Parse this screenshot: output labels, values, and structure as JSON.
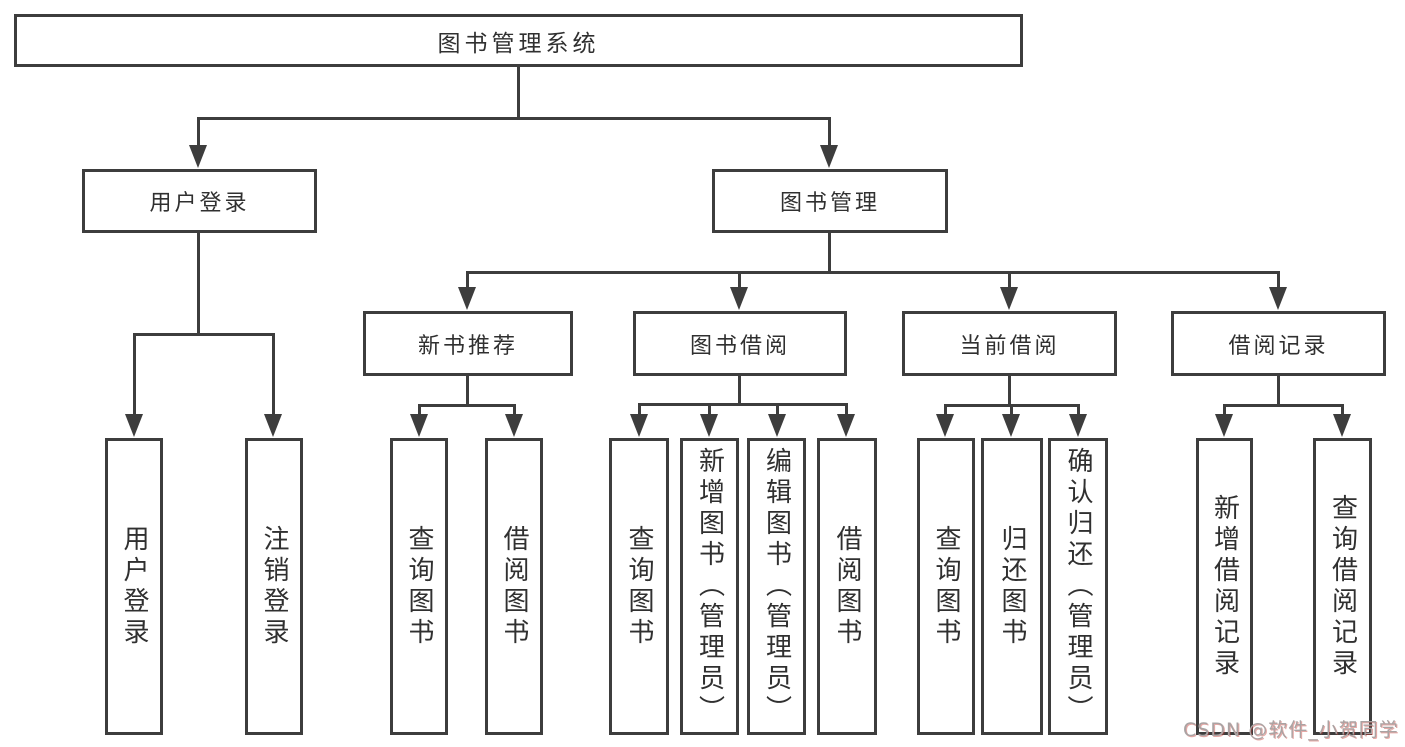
{
  "diagram": {
    "root": "图书管理系统",
    "user_login_branch": {
      "label": "用户登录",
      "children": [
        "用户登录",
        "注销登录"
      ]
    },
    "book_mgmt_branch": {
      "label": "图书管理",
      "sections": [
        {
          "label": "新书推荐",
          "children": [
            "查询图书",
            "借阅图书"
          ]
        },
        {
          "label": "图书借阅",
          "children": [
            "查询图书",
            "新增图书（管理员）",
            "编辑图书（管理员）",
            "借阅图书"
          ]
        },
        {
          "label": "当前借阅",
          "children": [
            "查询图书",
            "归还图书",
            "确认归还（管理员）"
          ]
        },
        {
          "label": "借阅记录",
          "children": [
            "新增借阅记录",
            "查询借阅记录"
          ]
        }
      ]
    }
  },
  "watermark": {
    "text": "CSDN @软件_小贺同学"
  },
  "colors": {
    "line": "#3d3d3d",
    "node_border": "#3d3d3d",
    "text": "#303030",
    "background": "#ffffff",
    "watermark_gray": "#aaa3a3",
    "watermark_red": "#c74039"
  }
}
